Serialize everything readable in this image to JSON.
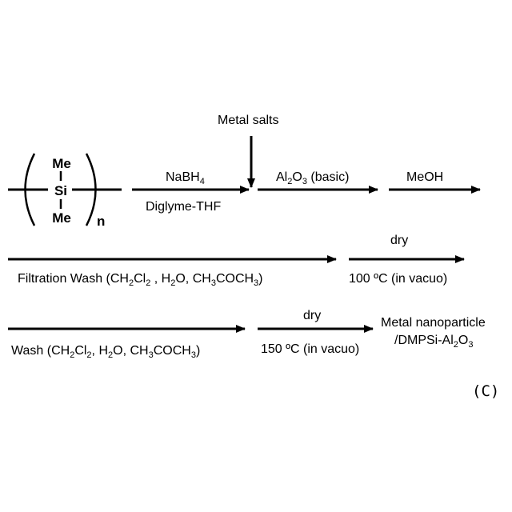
{
  "polymer": {
    "top_group": "Me",
    "center_atom": "Si",
    "bottom_group": "Me",
    "repeat": "n"
  },
  "row1": {
    "step1": {
      "above_main": "NaBH",
      "above_sub": "4",
      "below": "Diglyme-THF"
    },
    "addition": "Metal salts",
    "step2": {
      "p1": "Al",
      "p1sub": "2",
      "p2": "O",
      "p2sub": "3",
      "p3": " (basic)"
    },
    "step3": {
      "above": "MeOH"
    }
  },
  "row2": {
    "step1": {
      "t1": "Filtration Wash (CH",
      "s1": "2",
      "t2": "Cl",
      "s2": "2",
      "t3": " , H",
      "s3": "2",
      "t4": "O, CH",
      "s4": "3",
      "t5": "COCH",
      "s5": "3",
      "t6": ")"
    },
    "step2": {
      "above": "dry",
      "below": "100 ºC (in vacuo)"
    }
  },
  "row3": {
    "step1": {
      "t1": "Wash (CH",
      "s1": "2",
      "t2": "Cl",
      "s2": "2",
      "t3": ", H",
      "s3": "2",
      "t4": "O, CH",
      "s4": "3",
      "t5": "COCH",
      "s5": "3",
      "t6": ")"
    },
    "step2": {
      "above": "dry",
      "below": "150 ºC (in vacuo)"
    },
    "product": {
      "line1": "Metal nanoparticle",
      "line2_t1": "/DMPSi-Al",
      "line2_s1": "2",
      "line2_t2": "O",
      "line2_s2": "3"
    }
  },
  "panel_label": "(C)"
}
